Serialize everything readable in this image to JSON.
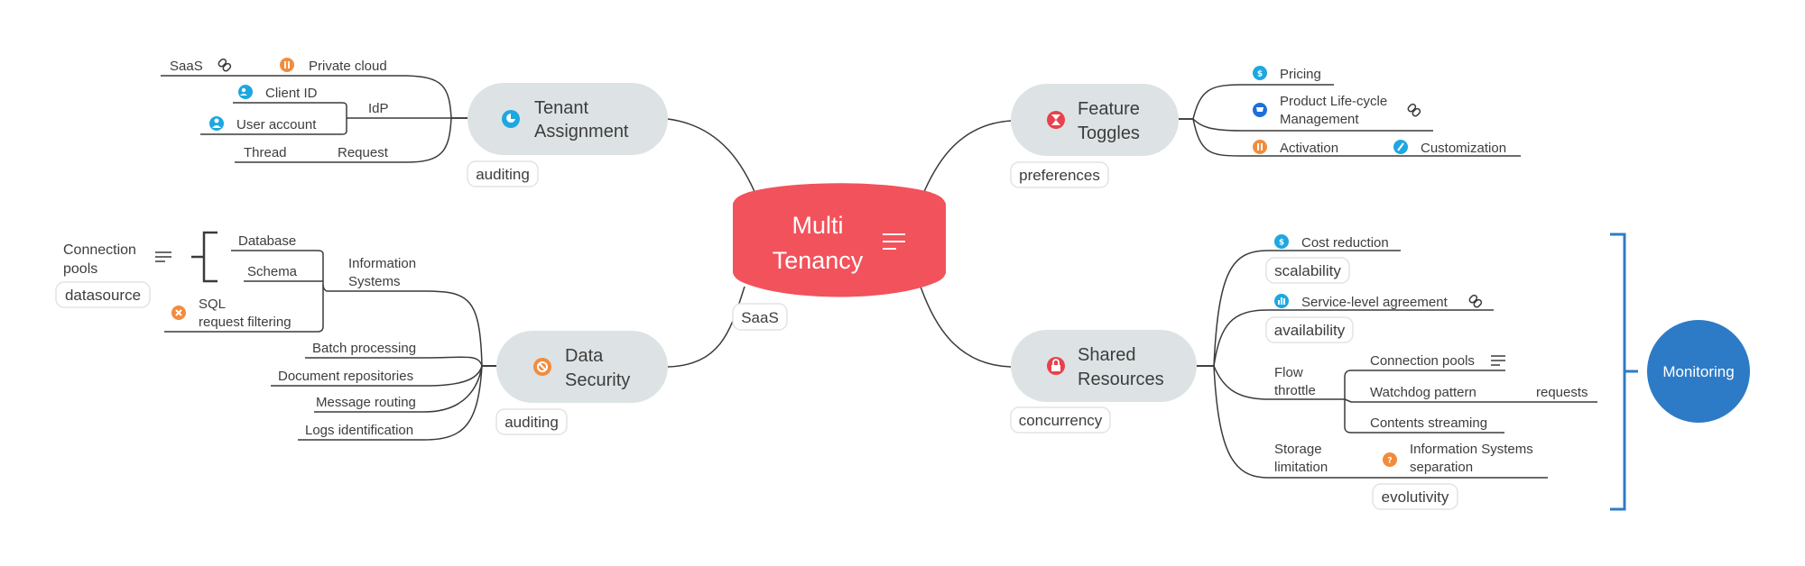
{
  "root": {
    "line1": "Multi",
    "line2": "Tenancy",
    "label": "SaaS",
    "color": "#f2525b"
  },
  "topics": {
    "tenant": {
      "line1": "Tenant",
      "line2": "Assignment",
      "label": "auditing",
      "icon": "pie-chart-icon",
      "icon_color": "#1ea7e1"
    },
    "feature": {
      "line1": "Feature",
      "line2": "Toggles",
      "label": "preferences",
      "icon": "hourglass-icon",
      "icon_color": "#e8414d"
    },
    "security": {
      "line1": "Data",
      "line2": "Security",
      "label": "auditing",
      "icon": "prohibited-icon",
      "icon_color": "#f28c3c"
    },
    "shared": {
      "line1": "Shared",
      "line2": "Resources",
      "label": "concurrency",
      "icon": "lock-icon",
      "icon_color": "#e8414d"
    }
  },
  "tenant_branches": {
    "saas": "SaaS",
    "private_cloud": "Private cloud",
    "client_id": "Client ID",
    "idp": "IdP",
    "user_account": "User account",
    "thread": "Thread",
    "request": "Request"
  },
  "feature_branches": {
    "pricing": "Pricing",
    "product_1": "Product Life-cycle",
    "product_2": "Management",
    "activation": "Activation",
    "customization": "Customization"
  },
  "security_branches": {
    "connection_1": "Connection",
    "connection_2": "pools",
    "datasource": "datasource",
    "database": "Database",
    "schema": "Schema",
    "info_1": "Information",
    "info_2": "Systems",
    "sql_1": "SQL",
    "sql_2": "request filtering",
    "batch": "Batch processing",
    "documents": "Document repositories",
    "message": "Message routing",
    "logs": "Logs identification"
  },
  "shared_branches": {
    "cost": "Cost reduction",
    "scalability": "scalability",
    "sla": "Service-level agreement",
    "availability": "availability",
    "flow_1": "Flow",
    "flow_2": "throttle",
    "conn_pools": "Connection pools",
    "watchdog": "Watchdog pattern",
    "requests": "requests",
    "streaming": "Contents streaming",
    "storage_1": "Storage",
    "storage_2": "limitation",
    "infosep_1": "Information Systems",
    "infosep_2": "separation",
    "evolutivity": "evolutivity"
  },
  "summary": {
    "label": "Monitoring",
    "color": "#2d7bc7"
  },
  "colors": {
    "topic_fill": "#dde3e4",
    "edge": "#3a3a3a",
    "blue": "#1ea7e1",
    "orange": "#f28c3c",
    "bracket": "#2d7bc7"
  }
}
